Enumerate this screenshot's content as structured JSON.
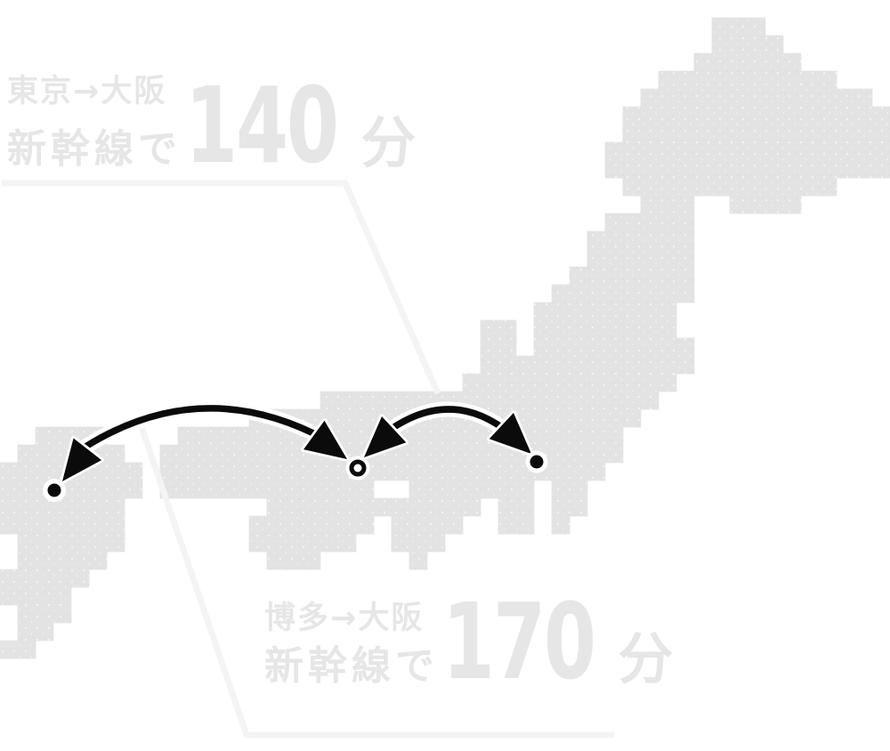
{
  "background": "#ffffff",
  "palette": {
    "land": "#e3e3e3",
    "speckle": "#ffffff",
    "ink": "#0b0b0b",
    "casing": "#ffffff",
    "label_text": "#e6e6e6",
    "leader_line": "#f4f4f4"
  },
  "routes": {
    "tokyo_osaka": {
      "route": "東京→大阪",
      "mode": "新幹線で",
      "minutes": "140",
      "unit": "分"
    },
    "hakata_osaka": {
      "route": "博多→大阪",
      "mode": "新幹線で",
      "minutes": "170",
      "unit": "分"
    }
  },
  "map": {
    "cell": 20,
    "runs": [
      [
        1,
        40,
        42
      ],
      [
        2,
        40,
        43
      ],
      [
        3,
        39,
        44
      ],
      [
        4,
        37,
        46
      ],
      [
        5,
        36,
        48
      ],
      [
        6,
        35,
        49
      ],
      [
        7,
        35,
        49
      ],
      [
        8,
        34,
        49
      ],
      [
        9,
        34,
        49
      ],
      [
        10,
        35,
        46
      ],
      [
        11,
        36,
        38
      ],
      [
        11,
        41,
        44
      ],
      [
        12,
        34,
        38
      ],
      [
        13,
        33,
        38
      ],
      [
        14,
        33,
        38
      ],
      [
        15,
        32,
        38
      ],
      [
        16,
        31,
        38
      ],
      [
        17,
        30,
        37
      ],
      [
        18,
        30,
        37
      ],
      [
        18,
        27,
        28
      ],
      [
        19,
        30,
        38
      ],
      [
        19,
        27,
        28
      ],
      [
        20,
        28,
        38
      ],
      [
        20,
        27,
        27
      ],
      [
        21,
        26,
        37
      ],
      [
        22,
        18,
        36
      ],
      [
        23,
        14,
        35
      ],
      [
        24,
        10,
        34
      ],
      [
        24,
        2,
        5
      ],
      [
        25,
        9,
        34
      ],
      [
        25,
        1,
        6
      ],
      [
        26,
        9,
        33
      ],
      [
        26,
        0,
        7
      ],
      [
        27,
        9,
        20
      ],
      [
        27,
        23,
        29
      ],
      [
        27,
        31,
        32
      ],
      [
        27,
        0,
        7
      ],
      [
        28,
        21,
        26
      ],
      [
        28,
        28,
        29
      ],
      [
        28,
        31,
        32
      ],
      [
        28,
        0,
        6
      ],
      [
        28,
        15,
        20
      ],
      [
        29,
        22,
        25
      ],
      [
        29,
        28,
        29
      ],
      [
        29,
        31,
        31
      ],
      [
        29,
        0,
        6
      ],
      [
        29,
        14,
        20
      ],
      [
        30,
        22,
        24
      ],
      [
        30,
        1,
        6
      ],
      [
        30,
        14,
        19
      ],
      [
        31,
        23,
        23
      ],
      [
        31,
        1,
        5
      ],
      [
        31,
        15,
        17
      ],
      [
        32,
        0,
        4
      ],
      [
        33,
        0,
        3
      ],
      [
        34,
        1,
        3
      ],
      [
        35,
        1,
        2
      ],
      [
        36,
        0,
        1
      ]
    ]
  }
}
